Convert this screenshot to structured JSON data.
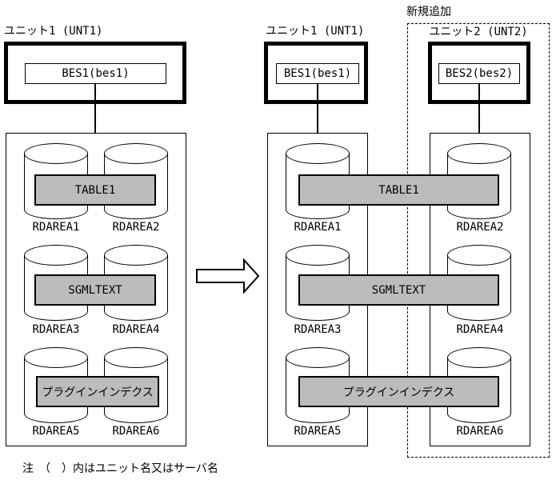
{
  "note": "注　（　）内はユニット名又はサーバ名",
  "colors": {
    "bar_fill": "#bcbcbc",
    "line": "#000000",
    "background": "#ffffff"
  },
  "left": {
    "unit_label": "ユニット1 (UNT1)",
    "server_label": "BES1(bes1)",
    "bars": [
      "TABLE1",
      "SGMLTEXT",
      "プラグインインデクス"
    ],
    "rdareas": [
      "RDAREA1",
      "RDAREA2",
      "RDAREA3",
      "RDAREA4",
      "RDAREA5",
      "RDAREA6"
    ]
  },
  "right": {
    "unit1": {
      "unit_label": "ユニット1 (UNT1)",
      "server_label": "BES1(bes1)",
      "rdareas": [
        "RDAREA1",
        "RDAREA3",
        "RDAREA5"
      ]
    },
    "unit2": {
      "new_badge": "新規追加",
      "unit_label": "ユニット2 (UNT2)",
      "server_label": "BES2(bes2)",
      "rdareas": [
        "RDAREA2",
        "RDAREA4",
        "RDAREA6"
      ]
    },
    "bars": [
      "TABLE1",
      "SGMLTEXT",
      "プラグインインデクス"
    ]
  }
}
